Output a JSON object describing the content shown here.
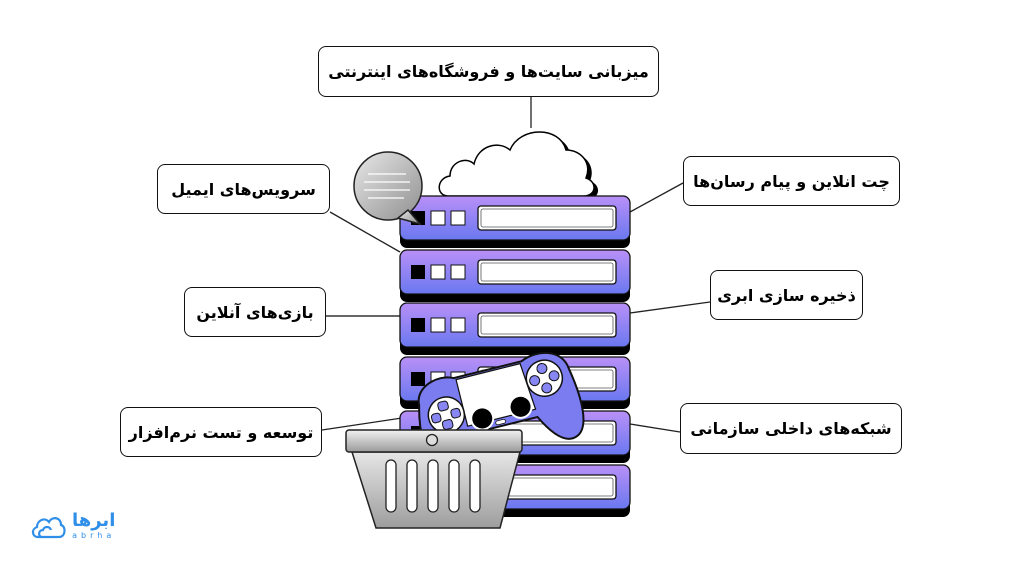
{
  "title": "کاربردهای سرور",
  "labels": {
    "web_hosting": "میزبانی سایت‌ها و فروشگاه‌های اینترنتی",
    "email_services": "سرویس‌های ایمیل",
    "online_games": "بازی‌های آنلاین",
    "software_dev": "توسعه و تست نرم‌افزار",
    "chat_messaging": "چت انلاین و پیام رسان‌ها",
    "cloud_storage": "ذخیره سازی ابری",
    "internal_networks": "شبکه‌های داخلی سازمانی"
  },
  "logo": {
    "name_fa": "ابرها",
    "name_en": "abrha"
  },
  "colors": {
    "server_top": "#b48cf5",
    "server_bottom": "#6b78f0",
    "brand_blue": "#2f8ee8"
  }
}
